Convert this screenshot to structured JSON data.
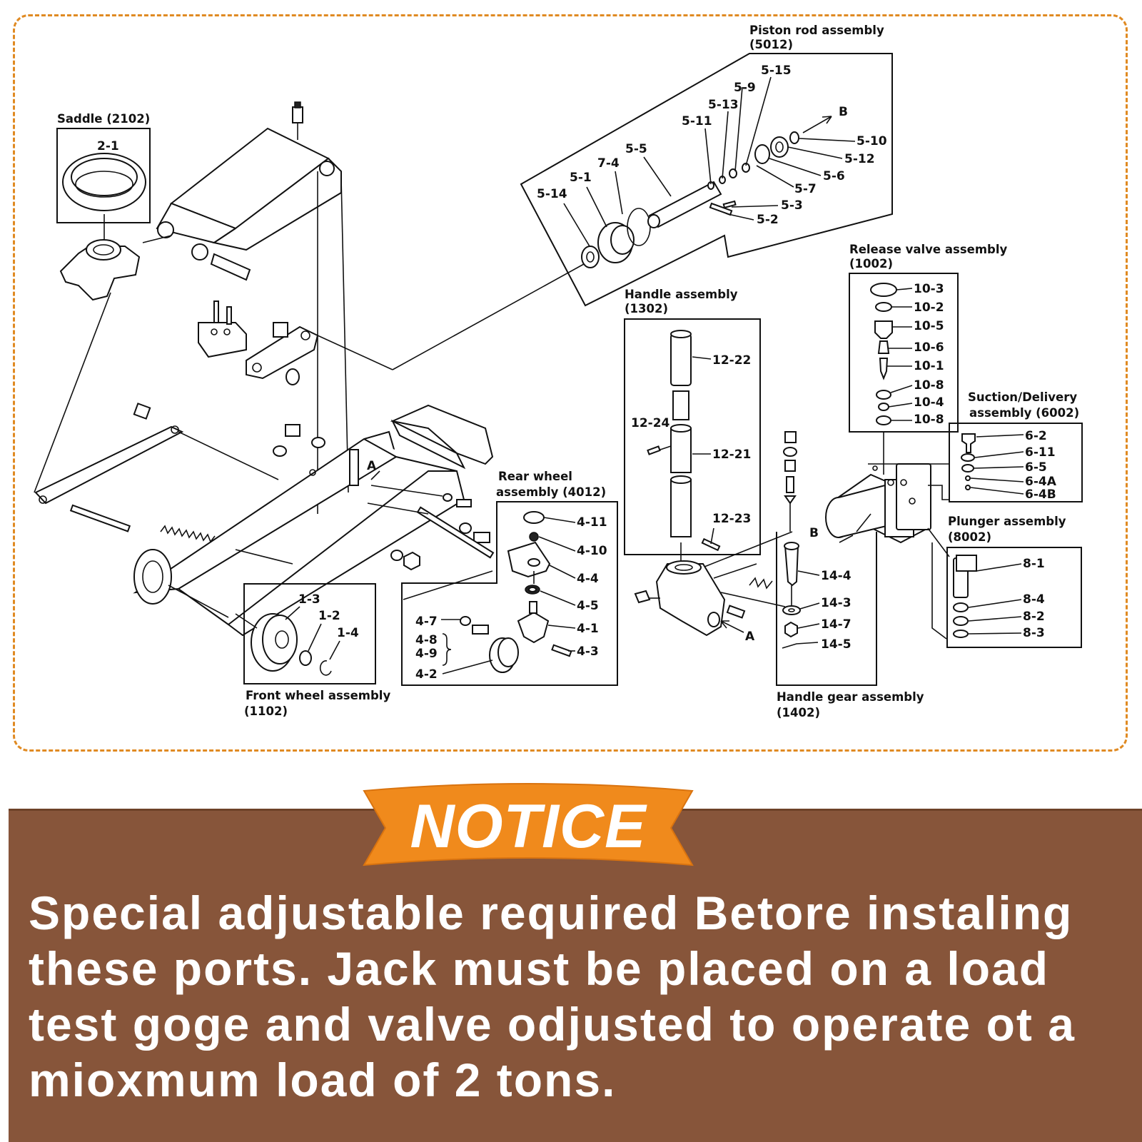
{
  "diagram": {
    "assemblies": {
      "saddle": "Saddle (2102)",
      "piston_line1": "Piston rod assembly",
      "piston_line2": "(5012)",
      "release_line1": "Release valve assembly",
      "release_line2": "(1002)",
      "handle_line1": "Handle assembly",
      "handle_line2": "(1302)",
      "suction_line1": "Suction/Delivery",
      "suction_line2": "assembly (6002)",
      "rear_line1": "Rear wheel",
      "rear_line2": "assembly (4012)",
      "plunger_line1": "Plunger assembly",
      "plunger_line2": "(8002)",
      "front_line1": "Front wheel assembly",
      "front_line2": "(1102)",
      "gear_line1": "Handle gear assembly",
      "gear_line2": "(1402)"
    },
    "parts": {
      "p2_1": "2-1",
      "p5_15": "5-15",
      "p5_9": "5-9",
      "p5_13": "5-13",
      "p5_11": "5-11",
      "p5_5": "5-5",
      "p7_4": "7-4",
      "p5_1": "5-1",
      "p5_14": "5-14",
      "p5_10": "5-10",
      "p5_12": "5-12",
      "p5_6": "5-6",
      "p5_7": "5-7",
      "p5_3": "5-3",
      "p5_2": "5-2",
      "p10_3": "10-3",
      "p10_2": "10-2",
      "p10_5": "10-5",
      "p10_6": "10-6",
      "p10_1": "10-1",
      "p10_8a": "10-8",
      "p10_4": "10-4",
      "p10_8b": "10-8",
      "p12_22": "12-22",
      "p12_24": "12-24",
      "p12_21": "12-21",
      "p12_23": "12-23",
      "p6_2": "6-2",
      "p6_11": "6-11",
      "p6_5": "6-5",
      "p6_4a": "6-4A",
      "p6_4b": "6-4B",
      "p4_11": "4-11",
      "p4_10": "4-10",
      "p4_4": "4-4",
      "p4_5": "4-5",
      "p4_1": "4-1",
      "p4_3": "4-3",
      "p4_7": "4-7",
      "p4_8": "4-8",
      "p4_9": "4-9",
      "p4_2": "4-2",
      "p8_1": "8-1",
      "p8_4": "8-4",
      "p8_2": "8-2",
      "p8_3": "8-3",
      "p1_3": "1-3",
      "p1_2": "1-2",
      "p1_4": "1-4",
      "p14_4": "14-4",
      "p14_3": "14-3",
      "p14_7": "14-7",
      "p14_5": "14-5"
    },
    "markers": {
      "a1": "A",
      "a2": "A",
      "b1": "B",
      "b2": "B"
    }
  },
  "notice": {
    "title": "NOTICE",
    "text": "Special adjustable required Betore instaling these ports. Jack must be placed on a load test goge and valve odjusted to operate ot a mioxmum load of 2 tons.",
    "band_color": "#87553a",
    "ribbon_color": "#f08a1c",
    "frame_color": "#e08a22"
  }
}
